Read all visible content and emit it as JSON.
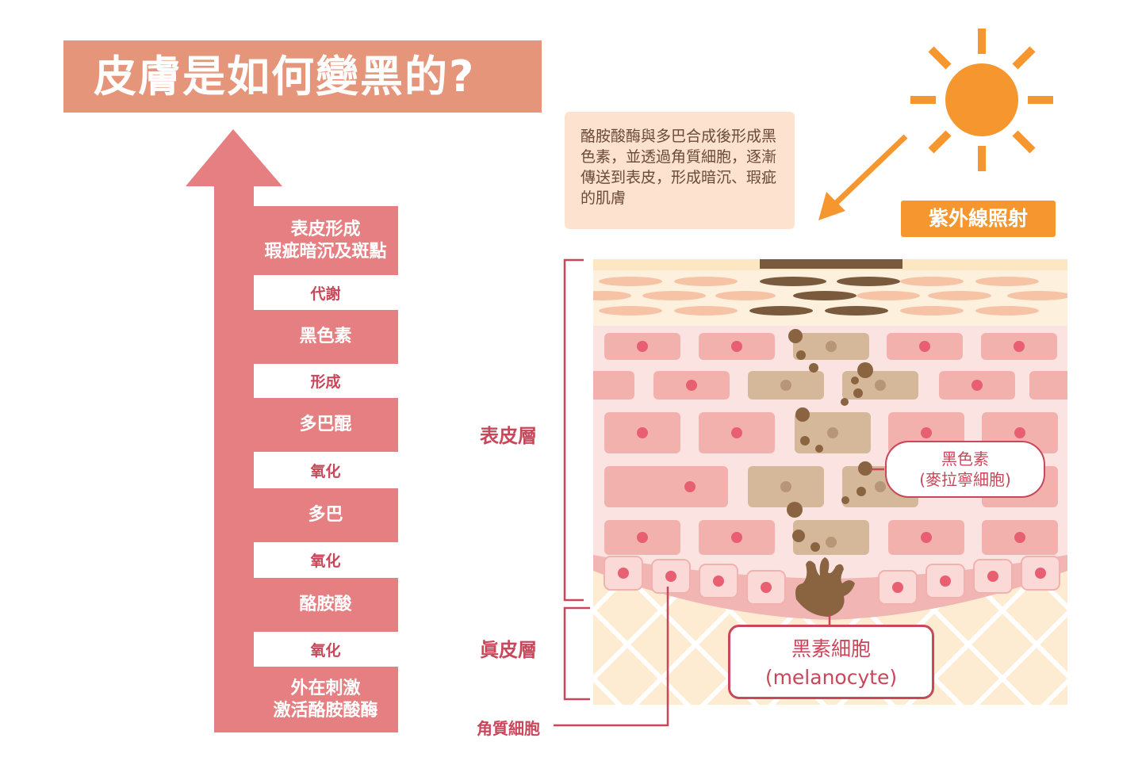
{
  "title": "皮膚是如何變黑的?",
  "process_steps": [
    {
      "label": "表皮形成\n瑕疵暗沉及斑點"
    },
    {
      "label": "黑色素"
    },
    {
      "label": "多巴醌"
    },
    {
      "label": "多巴"
    },
    {
      "label": "酪胺酸"
    },
    {
      "label": "外在刺激\n激活酪胺酸酶"
    }
  ],
  "process_connectors": [
    "代謝",
    "形成",
    "氧化",
    "氧化",
    "氧化"
  ],
  "note": "酪胺酸酶與多巴合成後形成黑色素，並透過角質細胞，逐漸傳送到表皮，形成暗沉、瑕疵的肌膚",
  "uv_label": "紫外線照射",
  "layers": {
    "epidermis": "表皮層",
    "dermis": "眞皮層"
  },
  "melanin_callout": {
    "line1": "黑色素",
    "line2": "(麥拉寧細胞)"
  },
  "melanocyte_box": {
    "line1": "黑素細胞",
    "line2": "(melanocyte)"
  },
  "keratinocyte_label": "角質細胞",
  "colors": {
    "title_bg": "#e5967a",
    "arrow": "#e57f82",
    "accent_red": "#c9475a",
    "uv_orange": "#f5962e",
    "note_bg": "#fde2cf",
    "melanin_brown": "#8a6440"
  }
}
